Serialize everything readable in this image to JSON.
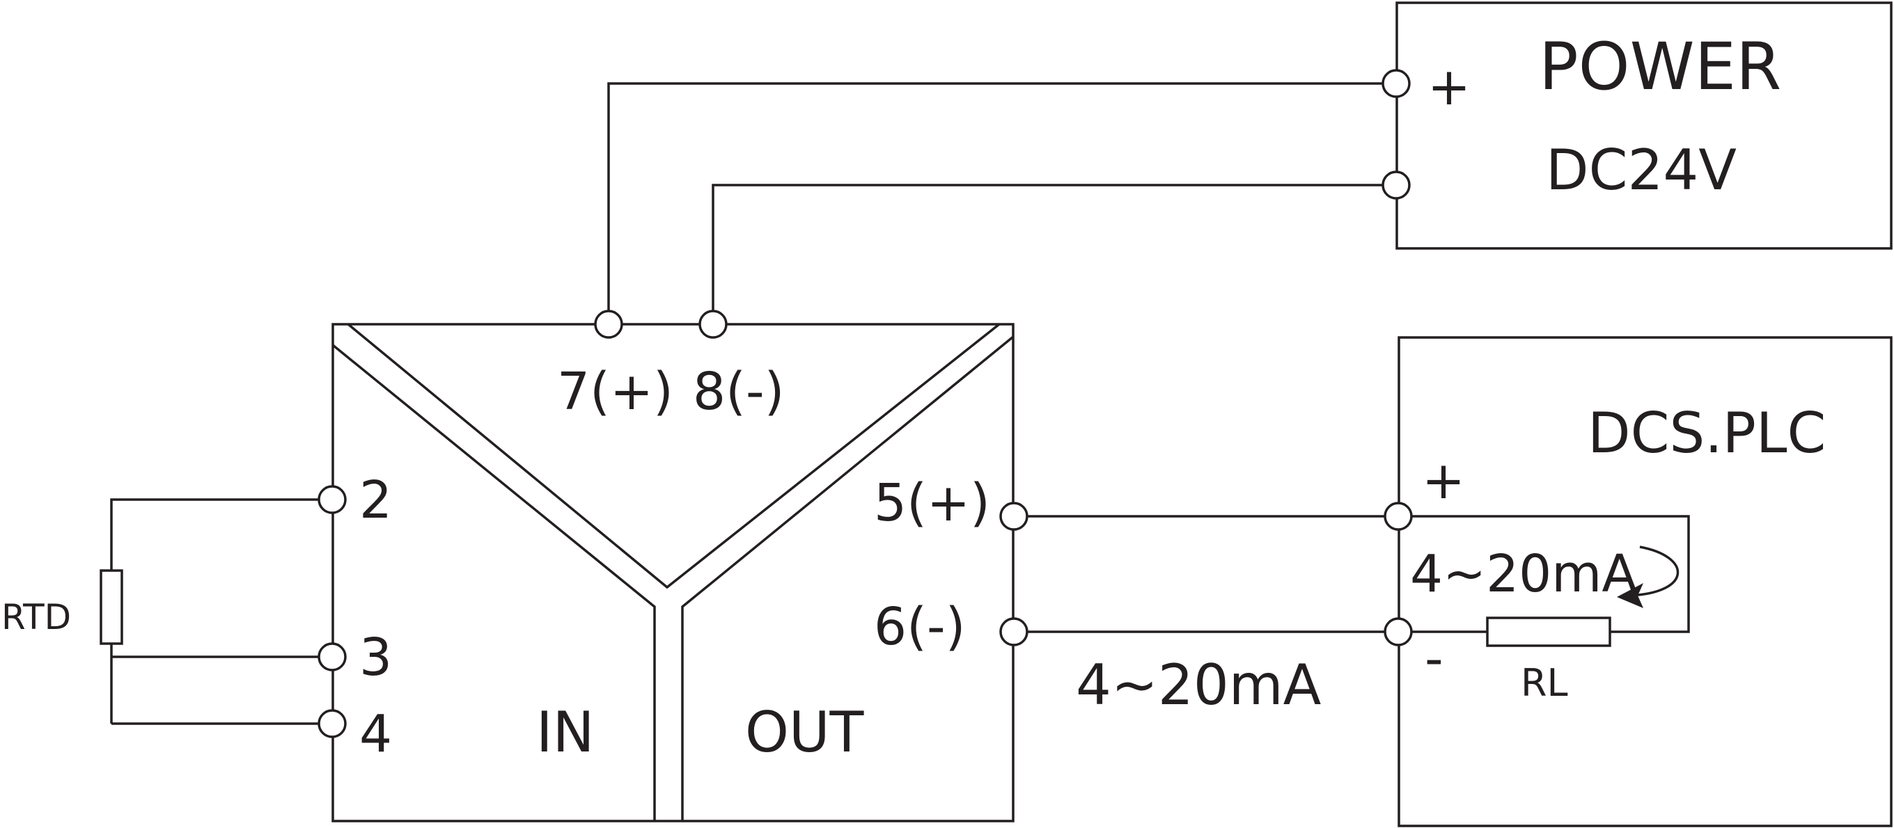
{
  "power": {
    "title": "POWER",
    "voltage": "DC24V",
    "plus": "+"
  },
  "dcs": {
    "title": "DCS.PLC",
    "plus": "+",
    "minus": "-",
    "loop_current": "4~20mA",
    "load_resistor": "RL"
  },
  "transmitter": {
    "terminal_7": "7(+)",
    "terminal_8": "8(-)",
    "terminal_5": "5(+)",
    "terminal_6": "6(-)",
    "terminal_2": "2",
    "terminal_3": "3",
    "terminal_4": "4",
    "in_label": "IN",
    "out_label": "OUT"
  },
  "sensor": {
    "label": "RTD"
  },
  "output_signal": "4~20mA",
  "colors": {
    "line": "#231f20",
    "background": "#ffffff"
  }
}
